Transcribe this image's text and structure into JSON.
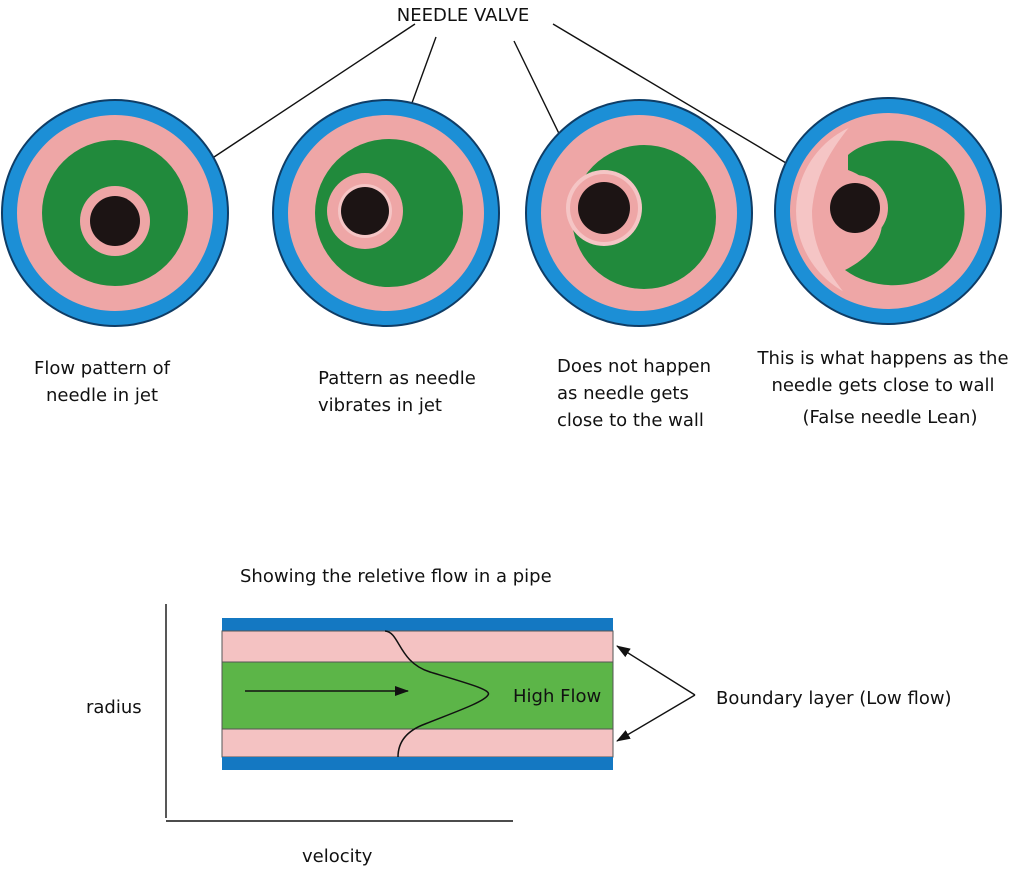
{
  "title": "NEEDLE VALVE",
  "colors": {
    "outer_ring": "#1c8fd6",
    "outer_ring_stroke": "#0f3d66",
    "boundary": "#eea6a6",
    "boundary_light": "#f5c5c5",
    "flow": "#218a3c",
    "needle": "#1c1414",
    "pipe_flow": "#5cb548",
    "pipe_boundary": "#f4c2c2",
    "pipe_wall": "#1478c2"
  },
  "circles": [
    {
      "caption": [
        "Flow pattern of",
        "needle in jet"
      ]
    },
    {
      "caption": [
        "Pattern as needle",
        "vibrates in jet"
      ]
    },
    {
      "caption": [
        "Does not happen",
        "as needle gets",
        "close to the wall"
      ]
    },
    {
      "caption": [
        "This is what happens as the",
        "needle gets close to wall",
        "(False needle Lean)"
      ]
    }
  ],
  "pipe": {
    "title": "Showing the reletive flow in a pipe",
    "center_label": "High Flow",
    "boundary_label": "Boundary layer (Low flow)",
    "y_axis_label": "radius",
    "x_axis_label": "velocity"
  }
}
